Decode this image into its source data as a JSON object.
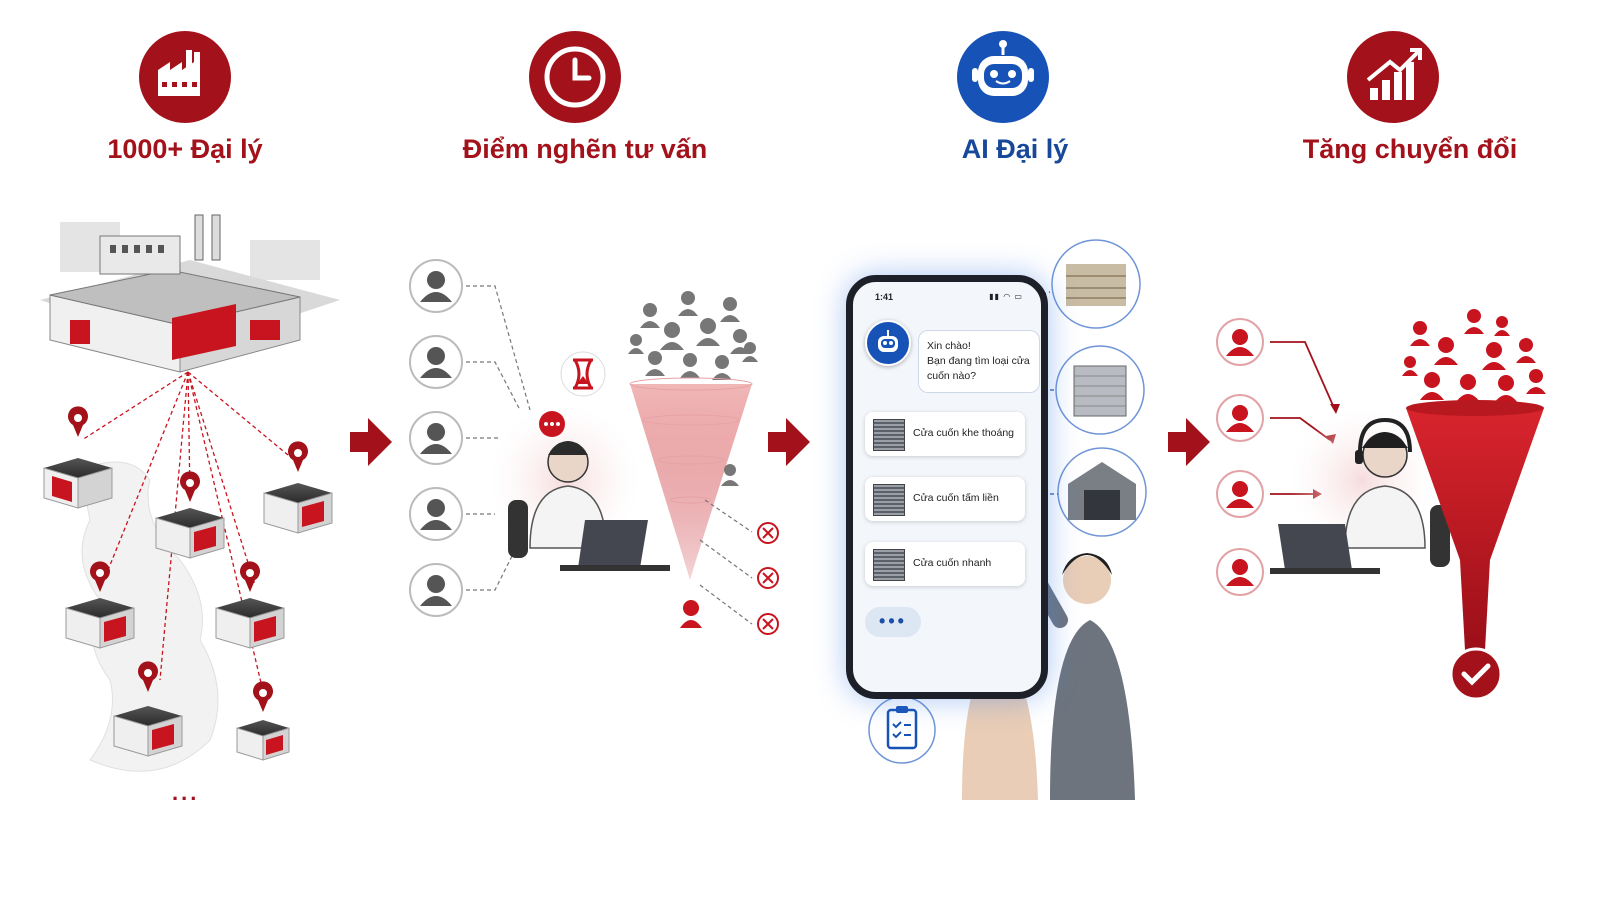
{
  "steps": [
    {
      "title": "1000+ Đại lý",
      "icon": "factory-icon",
      "color": "#a3121b"
    },
    {
      "title": "Điểm nghẽn tư vấn",
      "icon": "clock-icon",
      "color": "#a3121b"
    },
    {
      "title": "AI Đại lý",
      "icon": "robot-icon",
      "color": "#1753b6"
    },
    {
      "title": "Tăng chuyển đổi",
      "icon": "growth-chart-icon",
      "color": "#a3121b"
    }
  ],
  "dealers": {
    "more": "..."
  },
  "phone": {
    "time": "1:41",
    "status_icons": "signal wifi battery",
    "greeting": "Xin chào!\nBạn đang tìm loại cửa cuốn nào?",
    "options": [
      {
        "label": "Cửa cuốn khe thoáng"
      },
      {
        "label": "Cửa cuốn tấm liền"
      },
      {
        "label": "Cửa cuốn nhanh"
      }
    ],
    "typing": "•••"
  },
  "colors": {
    "brand_red": "#a3121b",
    "brand_blue": "#1753b6",
    "light_red": "#f6dcdc"
  }
}
